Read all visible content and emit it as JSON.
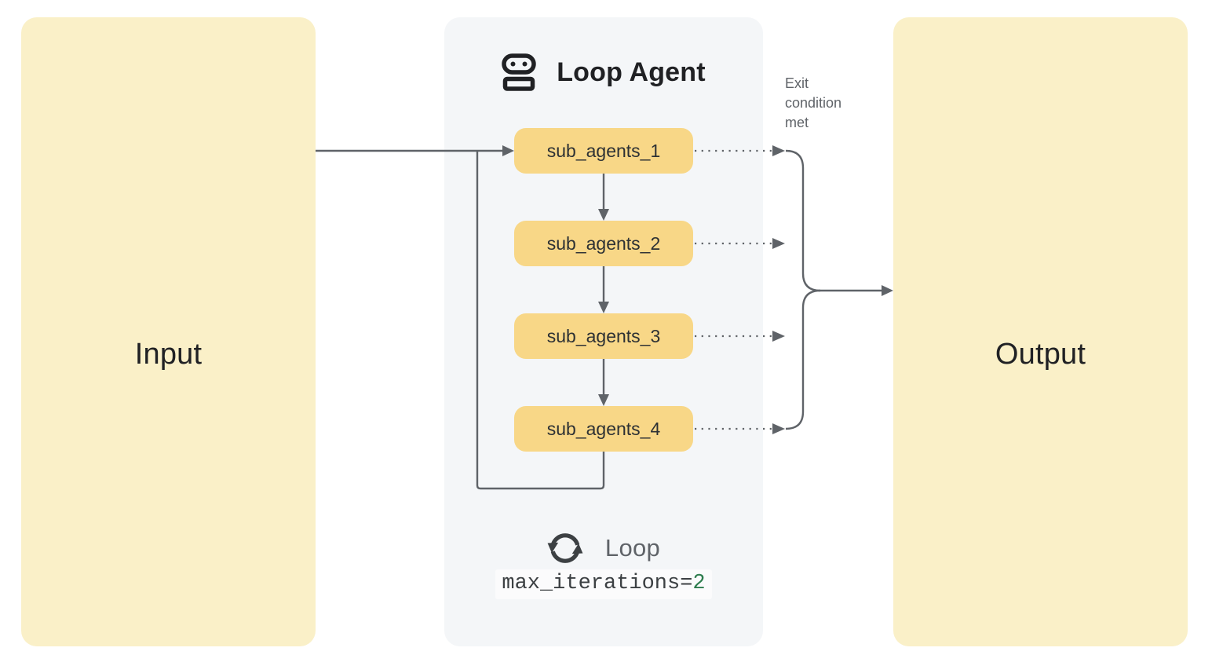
{
  "input": {
    "label": "Input"
  },
  "output": {
    "label": "Output"
  },
  "agent": {
    "title": "Loop Agent",
    "header_icon": "robot-icon",
    "sub_agents": [
      "sub_agents_1",
      "sub_agents_2",
      "sub_agents_3",
      "sub_agents_4"
    ],
    "loop": {
      "icon": "loop-refresh-icon",
      "label": "Loop",
      "code_text": "max_iterations=",
      "code_value": "2"
    }
  },
  "annotations": {
    "exit_label": "Exit condition met"
  },
  "colors": {
    "io_panel_yellow": "#faf0c8",
    "sub_agent_yellow": "#f8d787",
    "agent_panel_gray": "#f4f6f8",
    "connector_gray": "#5f6368",
    "text_dark": "#202124",
    "text_gray": "#5f6368",
    "code_value_green": "#2e7d4e"
  }
}
